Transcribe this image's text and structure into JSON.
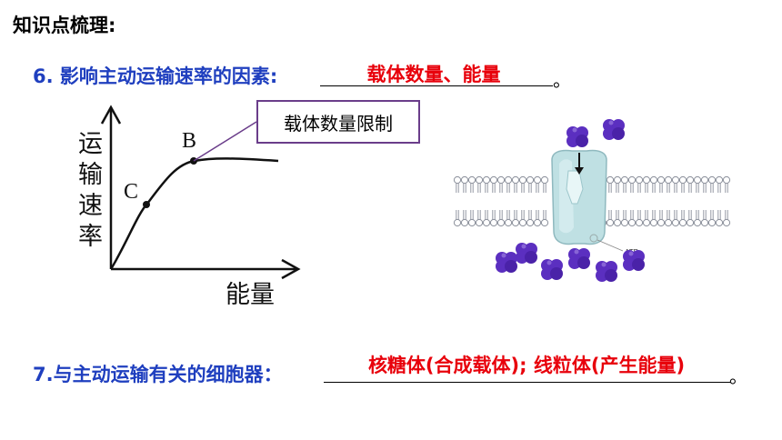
{
  "heading": "知识点梳理:",
  "q6": {
    "question": "6. 影响主动运输速率的因素:",
    "answer": "载体数量、能量",
    "period": "。"
  },
  "graph": {
    "callout": "载体数量限制",
    "ylabel": "运输速率",
    "xlabel": "能量",
    "point_b": "B",
    "point_c": "C"
  },
  "diagram": {
    "atp_label": "ATP"
  },
  "q7": {
    "question": "7.与主动运输有关的细胞器：",
    "answer": "核糖体(合成载体); 线粒体(产生能量)",
    "period": "。"
  },
  "colors": {
    "question": "#1f3fbf",
    "answer": "#e8000b",
    "callout_border": "#6a3d8a",
    "protein": "#bfe0e3",
    "molecule": "#5b2fc0"
  }
}
